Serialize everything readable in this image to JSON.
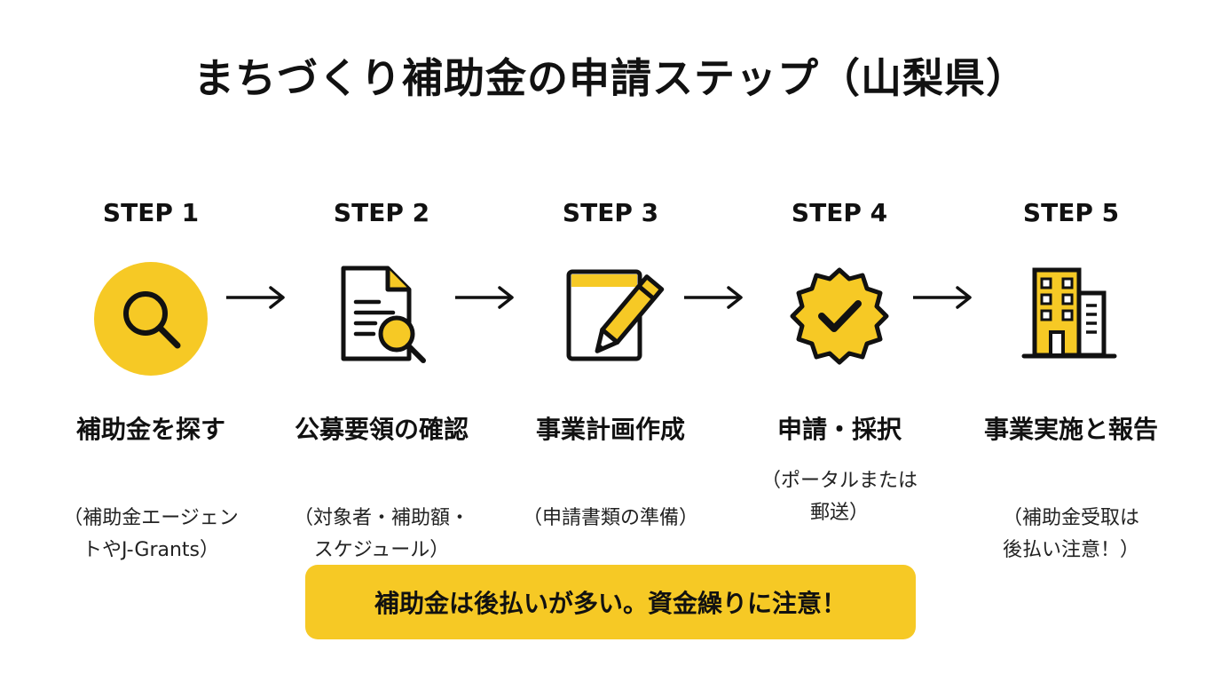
{
  "title": "まちづくり補助金の申請ステップ（山梨県）",
  "accent_color": "#F6C925",
  "steps": [
    {
      "label": "STEP 1",
      "icon": "search-icon",
      "name": "補助金を探す",
      "note_lines": [
        "（補助金エージェン",
        "トやJ-Grants）"
      ]
    },
    {
      "label": "STEP 2",
      "icon": "document-search-icon",
      "name": "公募要領の確認",
      "note_lines": [
        "（対象者・補助額・",
        "スケジュール）"
      ]
    },
    {
      "label": "STEP 3",
      "icon": "pencil-notepad-icon",
      "name": "事業計画作成",
      "note_lines": [
        "（申請書類の準備）"
      ]
    },
    {
      "label": "STEP 4",
      "icon": "badge-check-icon",
      "name": "申請・採択",
      "note_lines": [
        "（ポータルまたは",
        "郵送）"
      ]
    },
    {
      "label": "STEP 5",
      "icon": "building-icon",
      "name": "事業実施と報告",
      "note_lines": [
        "（補助金受取は",
        "後払い注意！）"
      ]
    }
  ],
  "banner": "補助金は後払いが多い。資金繰りに注意！"
}
